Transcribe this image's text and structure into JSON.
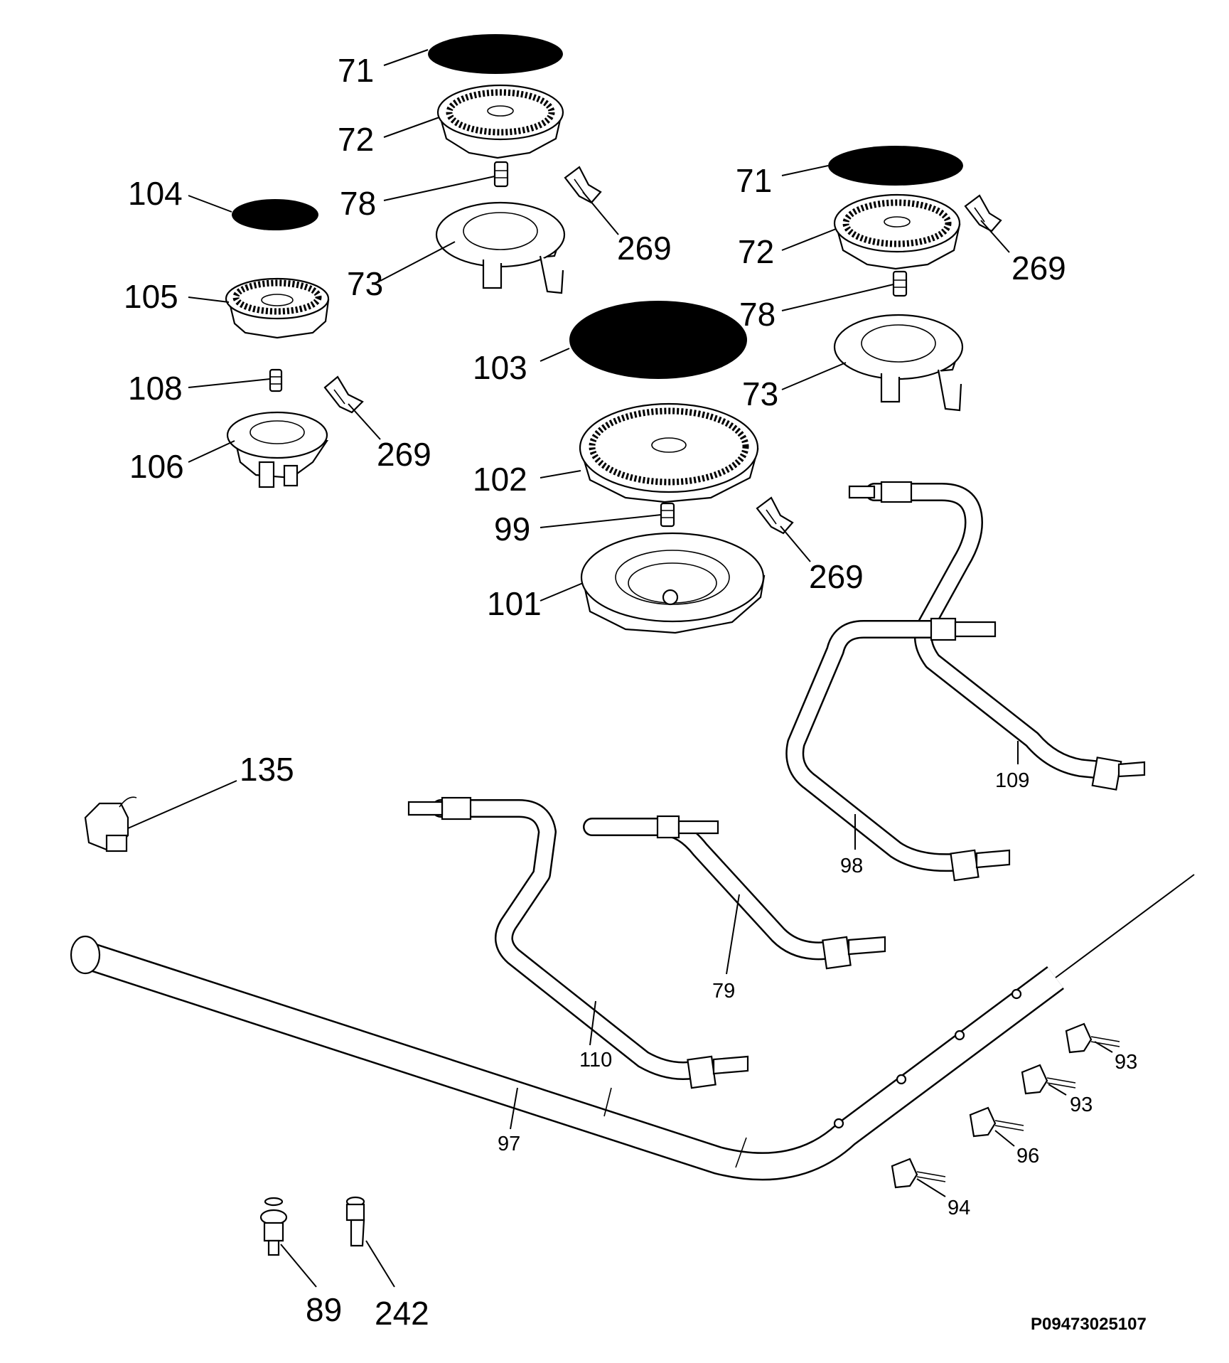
{
  "drawing_code": "P09473025107",
  "parts": [
    {
      "id": "cap-71-left",
      "number": "71"
    },
    {
      "id": "crown-72-left",
      "number": "72"
    },
    {
      "id": "injector-78-left",
      "number": "78"
    },
    {
      "id": "burner-73-left",
      "number": "73"
    },
    {
      "id": "clip-269-top",
      "number": "269"
    },
    {
      "id": "cap-104",
      "number": "104"
    },
    {
      "id": "crown-105",
      "number": "105"
    },
    {
      "id": "injector-108",
      "number": "108"
    },
    {
      "id": "burner-106",
      "number": "106"
    },
    {
      "id": "clip-269-left",
      "number": "269"
    },
    {
      "id": "cap-71-right",
      "number": "71"
    },
    {
      "id": "crown-72-right",
      "number": "72"
    },
    {
      "id": "clip-269-right",
      "number": "269"
    },
    {
      "id": "injector-78-right",
      "number": "78"
    },
    {
      "id": "burner-73-right",
      "number": "73"
    },
    {
      "id": "cap-103",
      "number": "103"
    },
    {
      "id": "crown-102",
      "number": "102"
    },
    {
      "id": "injector-99",
      "number": "99"
    },
    {
      "id": "burner-101",
      "number": "101"
    },
    {
      "id": "clip-269-center",
      "number": "269"
    },
    {
      "id": "connector-135",
      "number": "135"
    },
    {
      "id": "pipe-109",
      "number": "109"
    },
    {
      "id": "pipe-98",
      "number": "98"
    },
    {
      "id": "pipe-79",
      "number": "79"
    },
    {
      "id": "pipe-110",
      "number": "110"
    },
    {
      "id": "manifold-97",
      "number": "97"
    },
    {
      "id": "valve-93-a",
      "number": "93"
    },
    {
      "id": "valve-93-b",
      "number": "93"
    },
    {
      "id": "valve-96",
      "number": "96"
    },
    {
      "id": "valve-94",
      "number": "94"
    },
    {
      "id": "fitting-89",
      "number": "89"
    },
    {
      "id": "fitting-242",
      "number": "242"
    }
  ]
}
